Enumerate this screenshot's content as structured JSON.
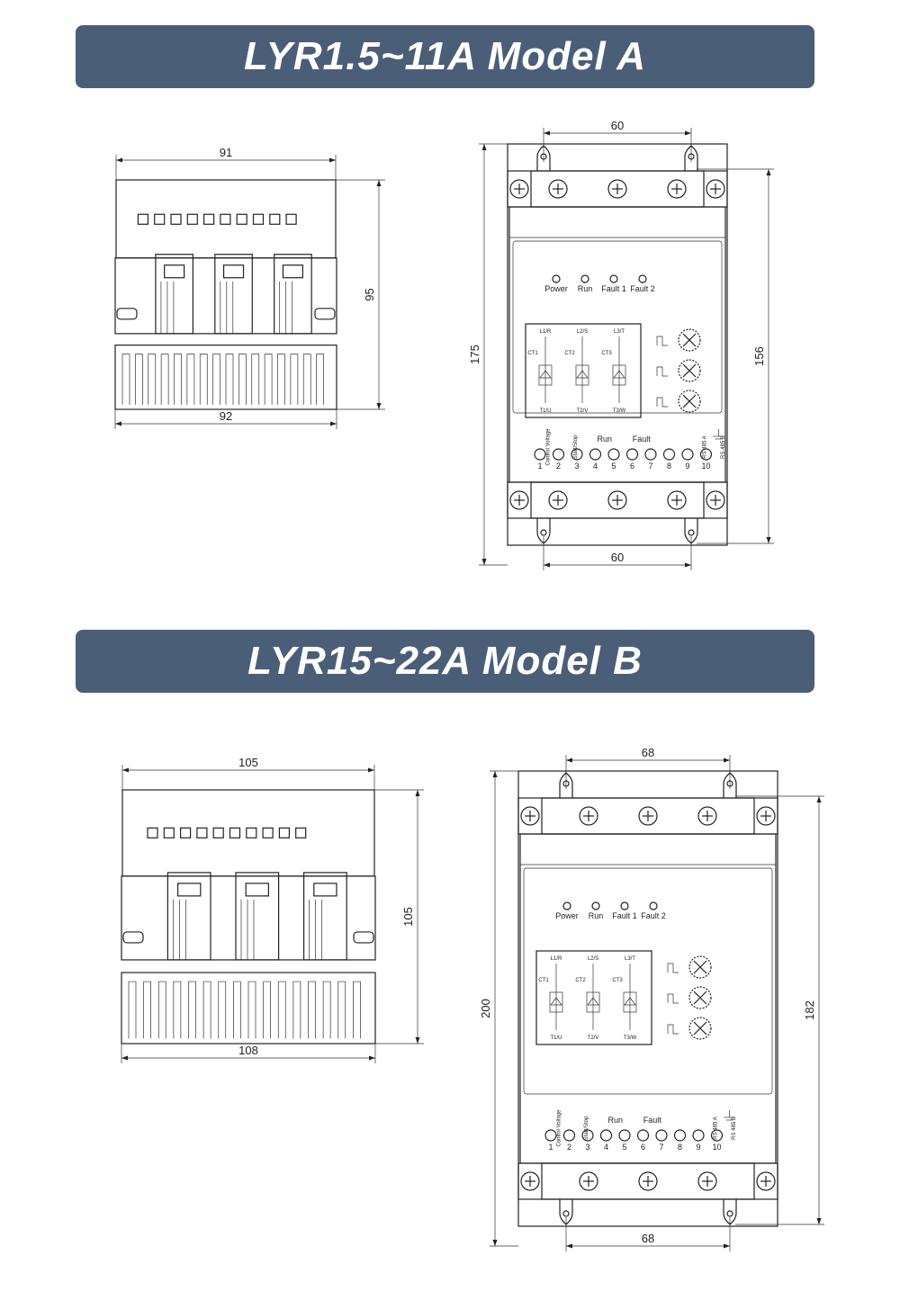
{
  "sections": [
    {
      "id": "a",
      "title": "LYR1.5~11A Model A",
      "side_view": {
        "top_width": "91",
        "bottom_width": "92",
        "height": "95"
      },
      "front_view": {
        "top_spacing": "60",
        "bottom_spacing": "60",
        "total_height": "175",
        "mount_height": "156"
      }
    },
    {
      "id": "b",
      "title": "LYR15~22A Model B",
      "side_view": {
        "top_width": "105",
        "bottom_width": "108",
        "height": "105"
      },
      "front_view": {
        "top_spacing": "68",
        "bottom_spacing": "68",
        "total_height": "200",
        "mount_height": "182"
      }
    }
  ],
  "panel": {
    "leds": [
      "Power",
      "Run",
      "Fault 1",
      "Fault 2"
    ],
    "phases_top": [
      "L1/R",
      "L2/S",
      "L3/T"
    ],
    "phases_bottom": [
      "T1/U",
      "T2/V",
      "T3/W"
    ],
    "ct_labels": [
      "CT1",
      "CT2",
      "CT3"
    ],
    "terminal_labels": [
      "Control Voltage",
      "Start/Stop",
      "Run",
      "Fault",
      "RS 485 A",
      "RS 485 B"
    ],
    "terminal_numbers": [
      "1",
      "2",
      "3",
      "4",
      "5",
      "6",
      "7",
      "8",
      "9",
      "10"
    ]
  },
  "colors": {
    "banner": "#4a5e78",
    "banner_text": "#ffffff",
    "panel": "#d9d9d9"
  }
}
